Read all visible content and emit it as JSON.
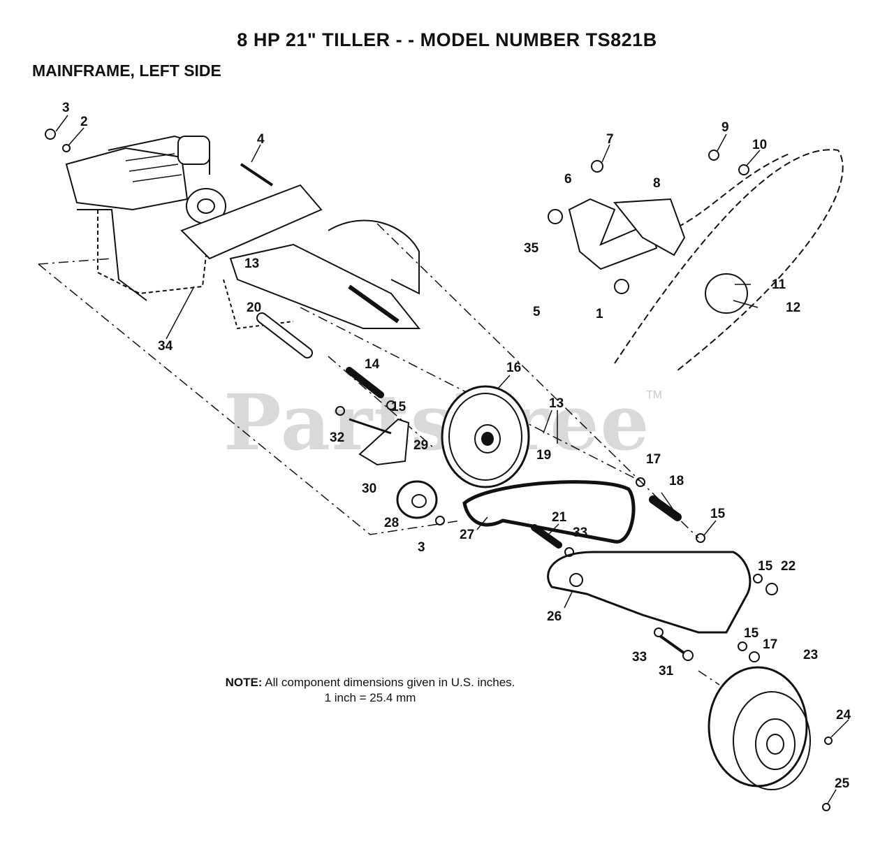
{
  "header": {
    "title": "8 HP 21\" TILLER - - MODEL NUMBER TS821B",
    "subtitle": "MAINFRAME, LEFT SIDE"
  },
  "note": {
    "label": "NOTE:",
    "line1": "All component dimensions given in U.S. inches.",
    "line2": "1 inch = 25.4 mm"
  },
  "watermark": {
    "text": "PartsTree",
    "tm": "TM"
  },
  "callouts": [
    "3",
    "2",
    "4",
    "7",
    "9",
    "10",
    "6",
    "8",
    "35",
    "13",
    "11",
    "12",
    "5",
    "1",
    "20",
    "34",
    "14",
    "16",
    "15",
    "13",
    "32",
    "29",
    "19",
    "17",
    "18",
    "30",
    "28",
    "3",
    "21",
    "33",
    "15",
    "27",
    "15",
    "22",
    "26",
    "15",
    "17",
    "33",
    "31",
    "23",
    "24",
    "25"
  ]
}
